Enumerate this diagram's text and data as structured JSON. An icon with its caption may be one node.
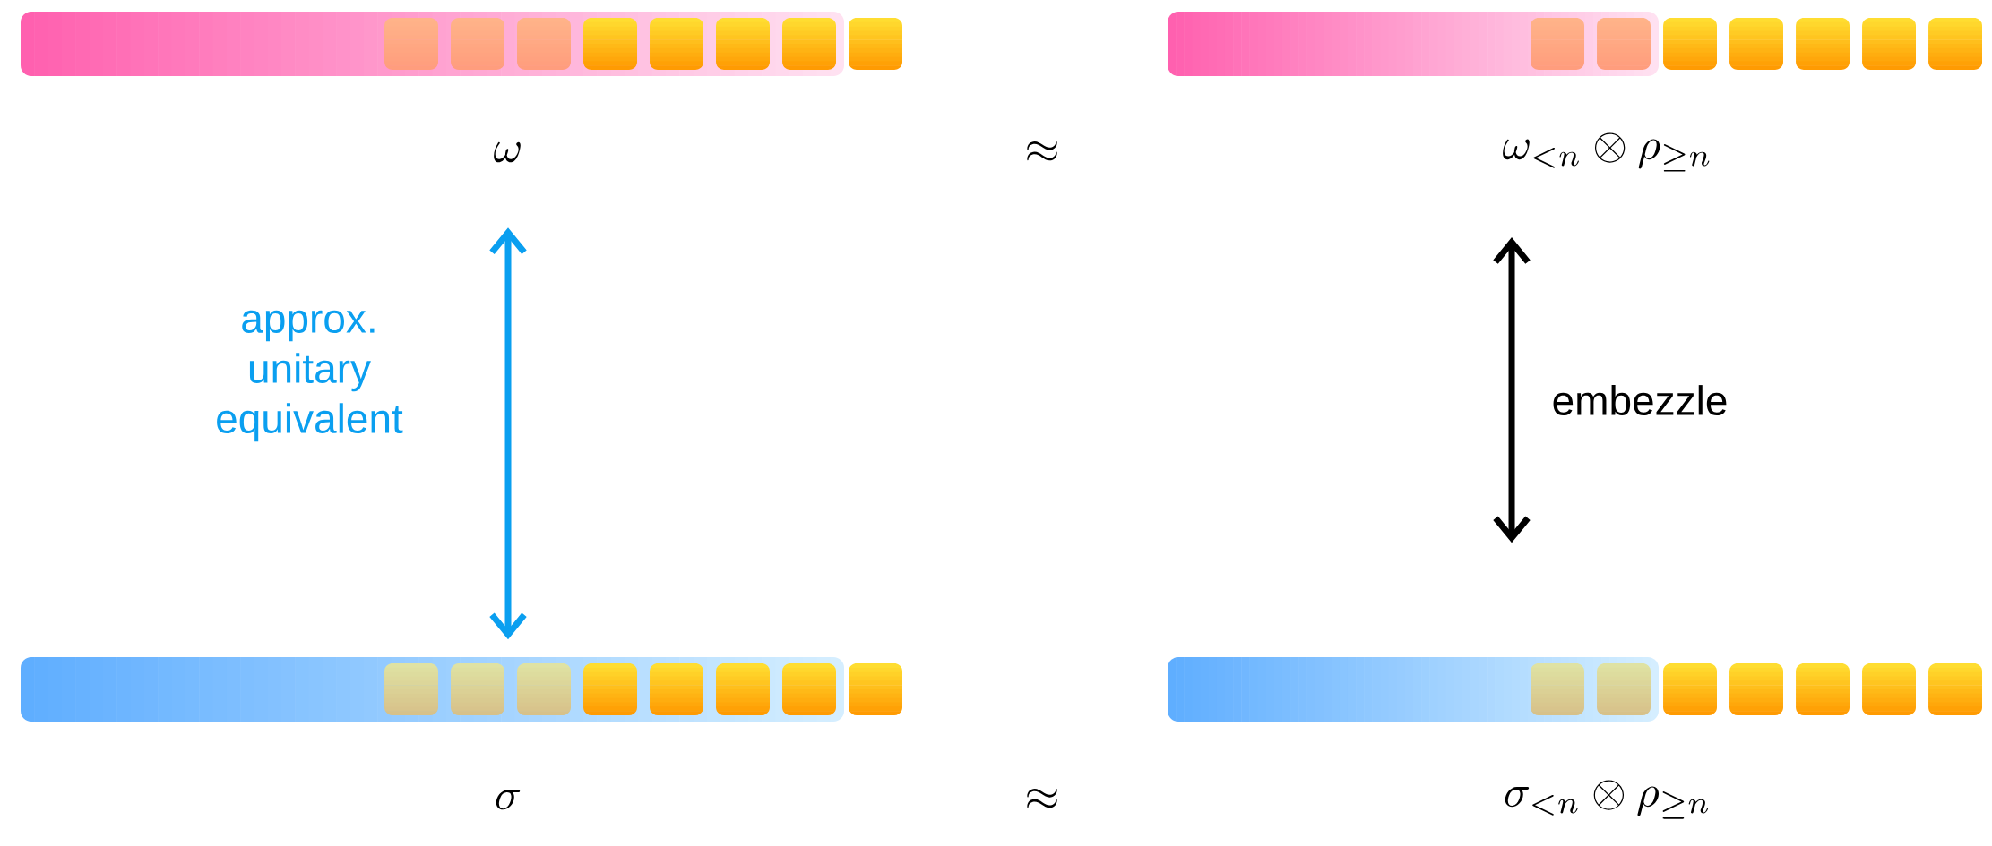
{
  "diagram": {
    "nodes": [
      {
        "text": [],
        "shape": "bar"
      },
      {
        "text": [],
        "shape": "bar"
      },
      {
        "text": [
          "\\omega"
        ]
      },
      {
        "text": [
          "\\omega_{<n}\\otimes\\rho_{\\geq n}"
        ]
      },
      {
        "text": [],
        "shape": "bar"
      },
      {
        "text": [],
        "shape": "bar"
      }
    ],
    "edges": [
      {
        "from": 2,
        "to": 4,
        "arrow": "both",
        "label": "approx. unitary equivalent",
        "color": "#0a9ff0"
      },
      {
        "from": 3,
        "to": 5,
        "arrow": "both",
        "label": "embezzle",
        "color": "#000000"
      }
    ],
    "labels": [
      "\\approx",
      "\\sigma",
      "\\approx",
      "\\sigma_{<n}\\otimes\\rho_{\\geq n}"
    ]
  }
}
